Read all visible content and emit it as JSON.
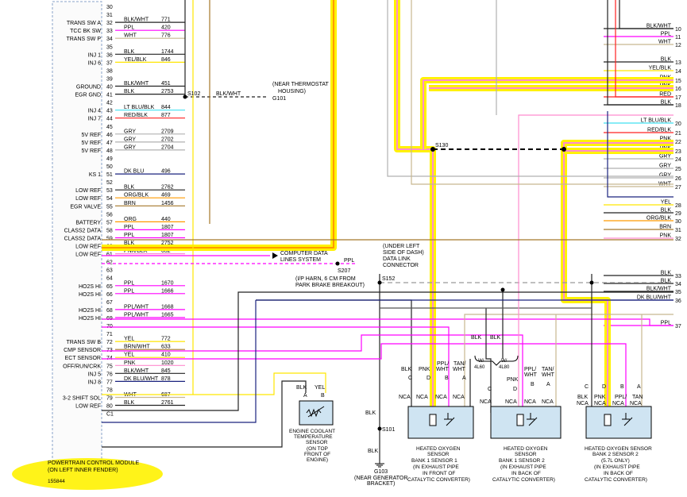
{
  "pcm": {
    "label_line1": "POWERTRAIN CONTROL MODULE",
    "label_line2": "(ON LEFT INNER FENDER)",
    "figure_number": "155844"
  },
  "pins": [
    {
      "pin": "30",
      "func": "",
      "color": "",
      "circuit": ""
    },
    {
      "pin": "31",
      "func": "",
      "color": "",
      "circuit": ""
    },
    {
      "pin": "32",
      "func": "TRANS SW A",
      "color": "BLK/WHT",
      "circuit": "771"
    },
    {
      "pin": "33",
      "func": "TCC BK SW",
      "color": "PPL",
      "circuit": "420"
    },
    {
      "pin": "34",
      "func": "TRANS SW P",
      "color": "WHT",
      "circuit": "776"
    },
    {
      "pin": "35",
      "func": "",
      "color": "",
      "circuit": ""
    },
    {
      "pin": "36",
      "func": "INJ 1",
      "color": "BLK",
      "circuit": "1744"
    },
    {
      "pin": "37",
      "func": "INJ 6",
      "color": "YEL/BLK",
      "circuit": "846"
    },
    {
      "pin": "38",
      "func": "",
      "color": "",
      "circuit": ""
    },
    {
      "pin": "39",
      "func": "",
      "color": "",
      "circuit": ""
    },
    {
      "pin": "40",
      "func": "GROUND",
      "color": "BLK/WHT",
      "circuit": "451"
    },
    {
      "pin": "41",
      "func": "EGR GND",
      "color": "BLK",
      "circuit": "2753"
    },
    {
      "pin": "42",
      "func": "",
      "color": "",
      "circuit": ""
    },
    {
      "pin": "43",
      "func": "INJ 4",
      "color": "LT BLU/BLK",
      "circuit": "844"
    },
    {
      "pin": "44",
      "func": "INJ 7",
      "color": "RED/BLK",
      "circuit": "877"
    },
    {
      "pin": "45",
      "func": "",
      "color": "",
      "circuit": ""
    },
    {
      "pin": "46",
      "func": "5V REF",
      "color": "GRY",
      "circuit": "2709"
    },
    {
      "pin": "47",
      "func": "5V REF",
      "color": "GRY",
      "circuit": "2702"
    },
    {
      "pin": "48",
      "func": "5V REF",
      "color": "GRY",
      "circuit": "2704"
    },
    {
      "pin": "49",
      "func": "",
      "color": "",
      "circuit": ""
    },
    {
      "pin": "50",
      "func": "",
      "color": "",
      "circuit": ""
    },
    {
      "pin": "51",
      "func": "KS 1",
      "color": "DK BLU",
      "circuit": "496"
    },
    {
      "pin": "52",
      "func": "",
      "color": "",
      "circuit": ""
    },
    {
      "pin": "53",
      "func": "LOW REF",
      "color": "BLK",
      "circuit": "2762"
    },
    {
      "pin": "54",
      "func": "LOW REF",
      "color": "ORG/BLK",
      "circuit": "469"
    },
    {
      "pin": "55",
      "func": "EGR VALVE",
      "color": "BRN",
      "circuit": "1456"
    },
    {
      "pin": "56",
      "func": "",
      "color": "",
      "circuit": ""
    },
    {
      "pin": "57",
      "func": "BATTERY",
      "color": "ORG",
      "circuit": "440"
    },
    {
      "pin": "58",
      "func": "CLASS2 DATA",
      "color": "PPL",
      "circuit": "1807"
    },
    {
      "pin": "59",
      "func": "CLASS2 DATA",
      "color": "PPL",
      "circuit": "1807"
    },
    {
      "pin": "60",
      "func": "LOW REF",
      "color": "BLK",
      "circuit": "2752"
    },
    {
      "pin": "61",
      "func": "LOW REF",
      "color": "PNK/BLK",
      "circuit": "632"
    },
    {
      "pin": "62",
      "func": "",
      "color": "",
      "circuit": ""
    },
    {
      "pin": "63",
      "func": "",
      "color": "",
      "circuit": ""
    },
    {
      "pin": "64",
      "func": "",
      "color": "",
      "circuit": ""
    },
    {
      "pin": "65",
      "func": "HO2S HI",
      "color": "PPL",
      "circuit": "1670"
    },
    {
      "pin": "66",
      "func": "HO2S HI",
      "color": "PPL",
      "circuit": "1666"
    },
    {
      "pin": "67",
      "func": "",
      "color": "",
      "circuit": ""
    },
    {
      "pin": "68",
      "func": "HO2S HI",
      "color": "PPL/WHT",
      "circuit": "1668"
    },
    {
      "pin": "69",
      "func": "HO2S HI",
      "color": "PPL/WHT",
      "circuit": "1665"
    },
    {
      "pin": "70",
      "func": "",
      "color": "",
      "circuit": ""
    },
    {
      "pin": "71",
      "func": "",
      "color": "",
      "circuit": ""
    },
    {
      "pin": "72",
      "func": "TRANS SW B",
      "color": "YEL",
      "circuit": "772"
    },
    {
      "pin": "73",
      "func": "CMP SENSOR",
      "color": "BRN/WHT",
      "circuit": "633"
    },
    {
      "pin": "74",
      "func": "ECT SENSOR",
      "color": "YEL",
      "circuit": "410"
    },
    {
      "pin": "75",
      "func": "OFF/RUN/CRK",
      "color": "PNK",
      "circuit": "1020"
    },
    {
      "pin": "76",
      "func": "INJ 5",
      "color": "BLK/WHT",
      "circuit": "845"
    },
    {
      "pin": "77",
      "func": "INJ 8",
      "color": "DK BLU/WHT",
      "circuit": "878"
    },
    {
      "pin": "78",
      "func": "",
      "color": "",
      "circuit": ""
    },
    {
      "pin": "79",
      "func": "3-2 SHIFT SOL",
      "color": "WHT",
      "circuit": "687"
    },
    {
      "pin": "80",
      "func": "LOW REF",
      "color": "BLK",
      "circuit": "2761"
    },
    {
      "pin": "C1",
      "func": "",
      "color": "",
      "circuit": ""
    }
  ],
  "right_wires": [
    {
      "color": "BLK/WHT",
      "num": "10"
    },
    {
      "color": "PPL",
      "num": "11"
    },
    {
      "color": "WHT",
      "num": "12"
    },
    {
      "color": "BLK",
      "num": "13"
    },
    {
      "color": "YEL/BLK",
      "num": "14"
    },
    {
      "color": "PNK",
      "num": "15"
    },
    {
      "color": "PNK",
      "num": "16"
    },
    {
      "color": "RED",
      "num": "17"
    },
    {
      "color": "BLK",
      "num": "18"
    },
    {
      "color": "LT BLU/BLK",
      "num": "20"
    },
    {
      "color": "RED/BLK",
      "num": "21"
    },
    {
      "color": "PNK",
      "num": "22"
    },
    {
      "color": "PNK",
      "num": "23"
    },
    {
      "color": "GRY",
      "num": "24"
    },
    {
      "color": "GRY",
      "num": "25"
    },
    {
      "color": "GRY",
      "num": "26"
    },
    {
      "color": "WHT",
      "num": "27"
    },
    {
      "color": "YEL",
      "num": "28"
    },
    {
      "color": "BLK",
      "num": "29"
    },
    {
      "color": "ORG/BLK",
      "num": "30"
    },
    {
      "color": "BRN",
      "num": "31"
    },
    {
      "color": "PNK",
      "num": "32"
    },
    {
      "color": "BLK",
      "num": "33"
    },
    {
      "color": "BLK",
      "num": "34"
    },
    {
      "color": "BLK/WHT",
      "num": "35"
    },
    {
      "color": "DK BLU/WHT",
      "num": "36"
    },
    {
      "color": "PPL",
      "num": "37"
    }
  ],
  "labels": {
    "s102": "S102",
    "s102_wire": "BLK/WHT",
    "g101": "G101",
    "g101_note1": "(NEAR THERMOSTAT",
    "g101_note2": "HOUSING)",
    "s130": "S130",
    "cds1": "COMPUTER DATA",
    "cds2": "LINES SYSTEM",
    "dlc_note1": "(UNDER LEFT",
    "dlc_note2": "SIDE OF DASH)",
    "dlc_note3": "DATA LINK",
    "dlc_note4": "CONNECTOR",
    "s207": "S207",
    "s207_wire": "PPL",
    "s152": "S152",
    "harn1": "(I/P HARN, 6 CM FROM",
    "harn2": "PARK BRAKE BREAKOUT)",
    "s101": "S101",
    "g103": "G103",
    "g103_note1": "(NEAR GENERATOR",
    "g103_note2": "BRACKET)",
    "w4l60_1": "W/",
    "w4l60_2": "4L60",
    "w4l80_1": "W/",
    "w4l80_2": "4L80",
    "blk": "BLK",
    "pnk": "PNK",
    "ppl_wht": "PPL/",
    "wht": "WHT",
    "tan": "TAN",
    "tan_wht": "TAN/",
    "nca": "NCA",
    "yel": "YEL"
  },
  "sensors": {
    "ect_1": "ENGINE COOLANT",
    "ect_2": "TEMPERATURE",
    "ect_3": "SENSOR",
    "ect_4": "(ON TOP",
    "ect_5": "FRONT OF",
    "ect_6": "ENGINE)",
    "ect_pin_a": "A",
    "ect_pin_b": "B",
    "h1_1": "HEATED OXYGEN",
    "h1_2": "SENSOR",
    "h1_3": "BANK 1 SENSOR 1",
    "h1_4": "(IN EXHAUST PIPE",
    "h1_5": "IN FRONT OF",
    "h1_6": "CATALYTIC CONVERTER)",
    "h2_1": "HEATED OXYGEN",
    "h2_2": "SENSOR",
    "h2_3": "BANK 1 SENSOR 2",
    "h2_4": "(IN EXHAUST PIPE",
    "h2_5": "IN BACK OF",
    "h2_6": "CATALYTIC CONVERTER)",
    "h3_1": "HEATED OXYGEN SENSOR",
    "h3_2": "BANK 2 SENSOR 2",
    "h3_3": "(5.7L ONLY)",
    "h3_4": "(IN EXHAUST PIPE",
    "h3_5": "IN BACK OF",
    "h3_6": "CATALYTIC CONVERTER)",
    "pin_c": "C",
    "pin_d": "D",
    "pin_b": "B",
    "pin_a": "A"
  },
  "colors": {
    "highlight": "#fff200",
    "ppl": "#ff00ff",
    "pnk": "#ff8ccf",
    "red": "#ff2020",
    "ltblu": "#40e0f0",
    "dkblu": "#1a237e",
    "yel": "#ffe600",
    "gry": "#b0b0b0",
    "blk": "#222222",
    "brn": "#a5772a",
    "wht": "#c8b890",
    "org": "#ff9a00"
  }
}
